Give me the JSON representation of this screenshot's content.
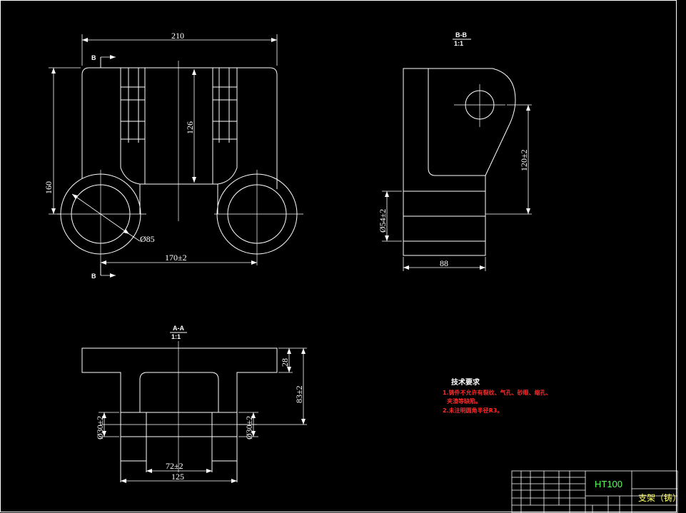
{
  "top_view": {
    "dim_width": "210",
    "dim_height": "160",
    "dim_inner": "126",
    "dim_bore": "Ø85",
    "dim_centers": "170±2",
    "section_mark_top": "B",
    "section_mark_bottom": "B"
  },
  "section_bb": {
    "title": "B-B",
    "scale": "1:1",
    "dim_hole_height": "120±2",
    "dim_bore_dia": "Ø54±2",
    "dim_width": "88"
  },
  "section_aa": {
    "title": "A-A",
    "scale": "1:1",
    "dim_flange": "28",
    "dim_total": "83±2",
    "dim_hole_left": "Ø30±2",
    "dim_hole_right": "Ø30±2",
    "dim_inner": "72±2",
    "dim_base": "125"
  },
  "tech_notes": {
    "title": "技术要求",
    "line1": "1.铸件不允许有裂纹、气孔、砂眼、缩孔、",
    "line2": "夹渣等缺陷。",
    "line3": "2.未注明圆角半径R3。"
  },
  "title_block": {
    "material": "HT100",
    "part_name": "支架（铸）"
  }
}
